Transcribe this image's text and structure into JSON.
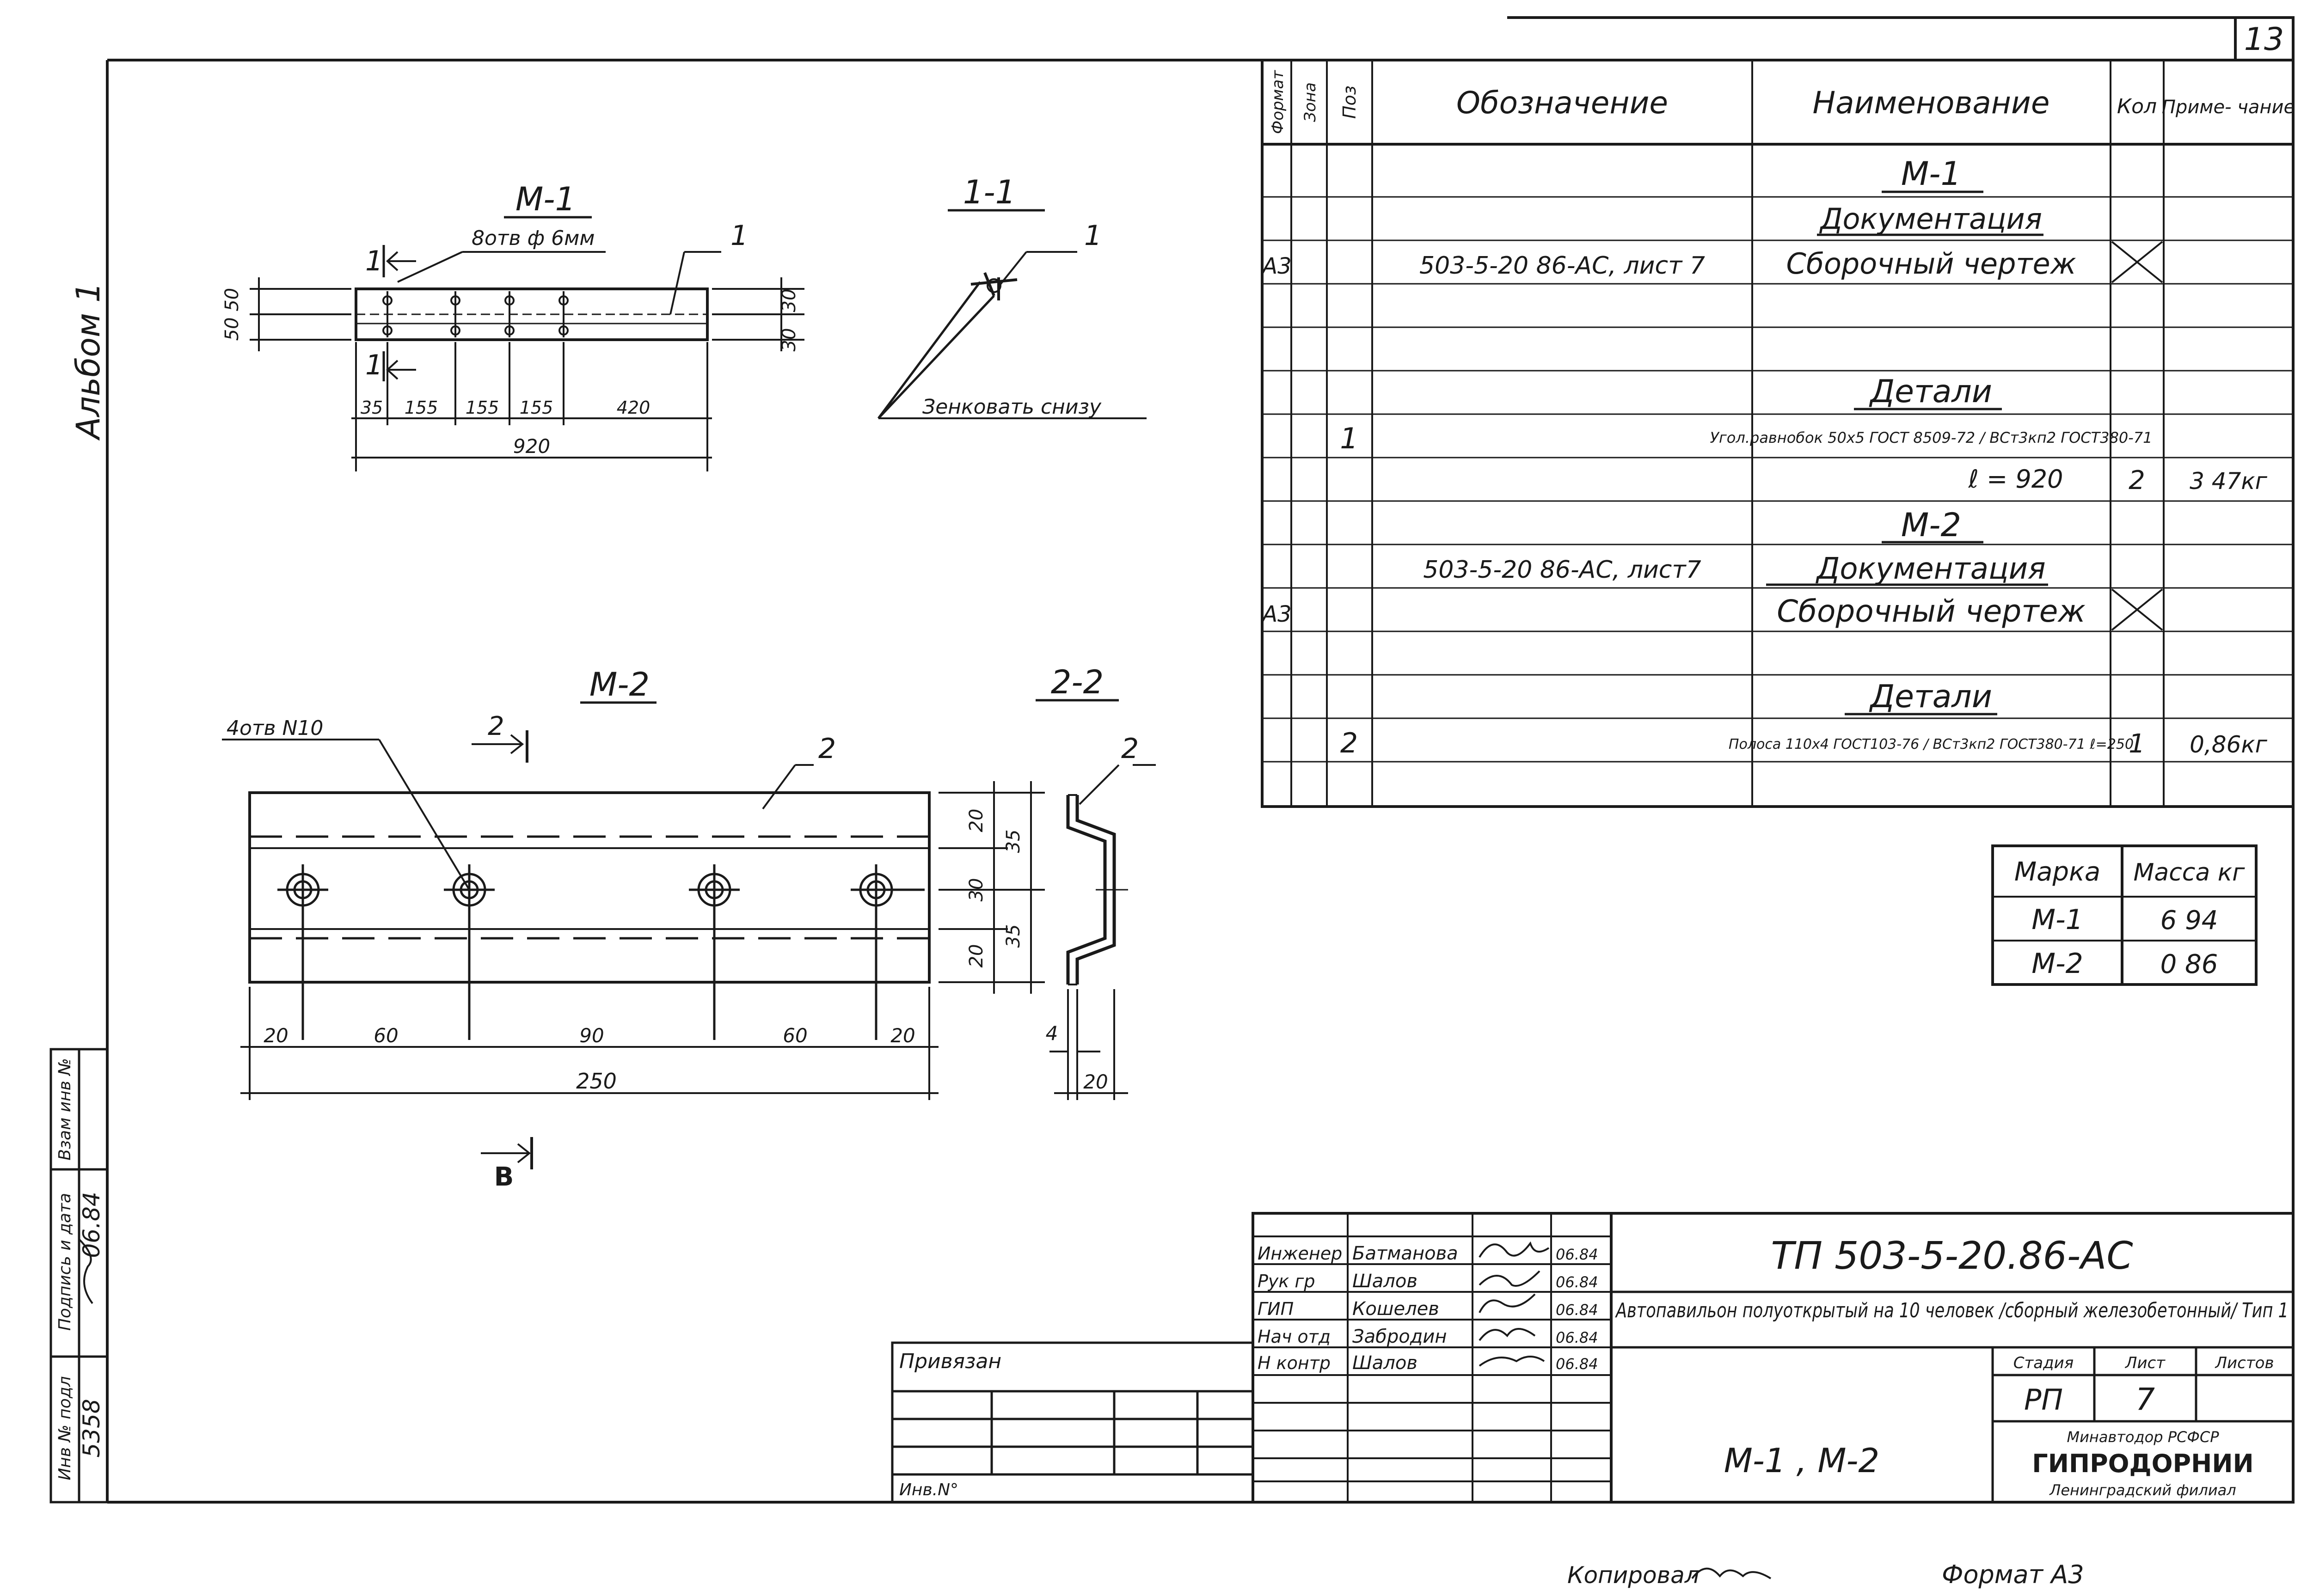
{
  "sheet": {
    "page_number": "13",
    "album": "Альбом 1",
    "copied": "Копировал",
    "format": "Формат А3"
  },
  "drawing_m1": {
    "title": "М-1",
    "holes_note": "8отв ф 6мм",
    "section_mark": "1",
    "part_callout": "1",
    "dims_bottom": [
      "35",
      "155",
      "155",
      "155",
      "420"
    ],
    "overall": "920",
    "dims_left": "50 50",
    "dim_right_top": "30",
    "dim_right_bottom": "30"
  },
  "section_1_1": {
    "title": "1-1",
    "part_callout": "1",
    "note": "Зенковать снизу"
  },
  "drawing_m2": {
    "title": "М-2",
    "holes_note": "4отв N10",
    "section_mark": "2",
    "part_callout": "2",
    "dims_bottom": [
      "20",
      "60",
      "90",
      "60",
      "20"
    ],
    "overall": "250",
    "dims_right_inner": [
      "20",
      "30",
      "20"
    ],
    "dims_right_outer": [
      "35",
      "35"
    ],
    "view_mark": "В"
  },
  "section_2_2": {
    "title": "2-2",
    "part_callout": "2",
    "dim_thickness": "4",
    "dim_width": "20"
  },
  "spec_table": {
    "headers": {
      "format": "Формат",
      "zone": "Зона",
      "pos": "Поз",
      "designation": "Обозначение",
      "name": "Наименование",
      "qty": "Кол",
      "note": "Приме- чание"
    },
    "rows": [
      {
        "format": "",
        "pos": "",
        "designation": "",
        "name": "М-1",
        "qty": "",
        "note": ""
      },
      {
        "format": "",
        "pos": "",
        "designation": "",
        "name": "Документация",
        "qty": "",
        "note": ""
      },
      {
        "format": "А3",
        "pos": "",
        "designation": "503-5-20 86-АС, лист 7",
        "name": "Сборочный чертеж",
        "qty": "",
        "note": ""
      },
      {
        "format": "",
        "pos": "",
        "designation": "",
        "name": "",
        "qty": "",
        "note": ""
      },
      {
        "format": "",
        "pos": "",
        "designation": "",
        "name": "",
        "qty": "",
        "note": ""
      },
      {
        "format": "",
        "pos": "",
        "designation": "",
        "name": "Детали",
        "qty": "",
        "note": ""
      },
      {
        "format": "",
        "pos": "1",
        "designation": "",
        "name": "Угол.равнобок 50x5 ГОСТ 8509-72 / ВСт3кп2 ГОСТ380-71",
        "qty": "",
        "note": ""
      },
      {
        "format": "",
        "pos": "",
        "designation": "",
        "name": "ℓ = 920",
        "qty": "2",
        "note": "3 47кг"
      },
      {
        "format": "",
        "pos": "",
        "designation": "",
        "name": "М-2",
        "qty": "",
        "note": ""
      },
      {
        "format": "",
        "pos": "",
        "designation": "503-5-20 86-АС, лист7",
        "name": "Документация",
        "qty": "",
        "note": ""
      },
      {
        "format": "А3",
        "pos": "",
        "designation": "",
        "name": "Сборочный чертеж",
        "qty": "",
        "note": ""
      },
      {
        "format": "",
        "pos": "",
        "designation": "",
        "name": "",
        "qty": "",
        "note": ""
      },
      {
        "format": "",
        "pos": "",
        "designation": "",
        "name": "Детали",
        "qty": "",
        "note": ""
      },
      {
        "format": "",
        "pos": "2",
        "designation": "",
        "name": "Полоса 110x4 ГОСТ103-76 / ВСт3кп2 ГОСТ380-71 ℓ=250",
        "qty": "1",
        "note": "0,86кг"
      },
      {
        "format": "",
        "pos": "",
        "designation": "",
        "name": "",
        "qty": "",
        "note": ""
      }
    ]
  },
  "mass_table": {
    "headers": {
      "mark": "Марка",
      "mass": "Масса кг"
    },
    "rows": [
      {
        "mark": "М-1",
        "mass": "6 94"
      },
      {
        "mark": "М-2",
        "mass": "0 86"
      }
    ]
  },
  "side_stamp": {
    "inv_label": "Инв № подл",
    "inv_value": "5358",
    "sign_label": "Подпись и дата",
    "sign_value": "06.84",
    "replace_label": "Взам инв №"
  },
  "title_block": {
    "code": "ТП 503-5-20.86-АС",
    "object": "Автопавильон полуоткрытый на 10 человек /сборный железобетонный/ Тип 1",
    "sheet_name": "М-1 , М-2",
    "stage_label": "Стадия",
    "sheet_label": "Лист",
    "sheets_label": "Листов",
    "stage": "РП",
    "sheet": "7",
    "org_ministry": "Минавтодор РСФСР",
    "org_name": "ГИПРОДОРНИИ",
    "org_branch": "Ленинградский филиал",
    "attached": "Привязан",
    "inv_no": "Инв.N°",
    "staff": [
      {
        "role": "Инженер",
        "name": "Батманова",
        "date": "06.84"
      },
      {
        "role": "Рук гр",
        "name": "Шалов",
        "date": "06.84"
      },
      {
        "role": "ГИП",
        "name": "Кошелев",
        "date": "06.84"
      },
      {
        "role": "Нач отд",
        "name": "Забродин",
        "date": "06.84"
      },
      {
        "role": "Н контр",
        "name": "Шалов",
        "date": "06.84"
      }
    ]
  }
}
